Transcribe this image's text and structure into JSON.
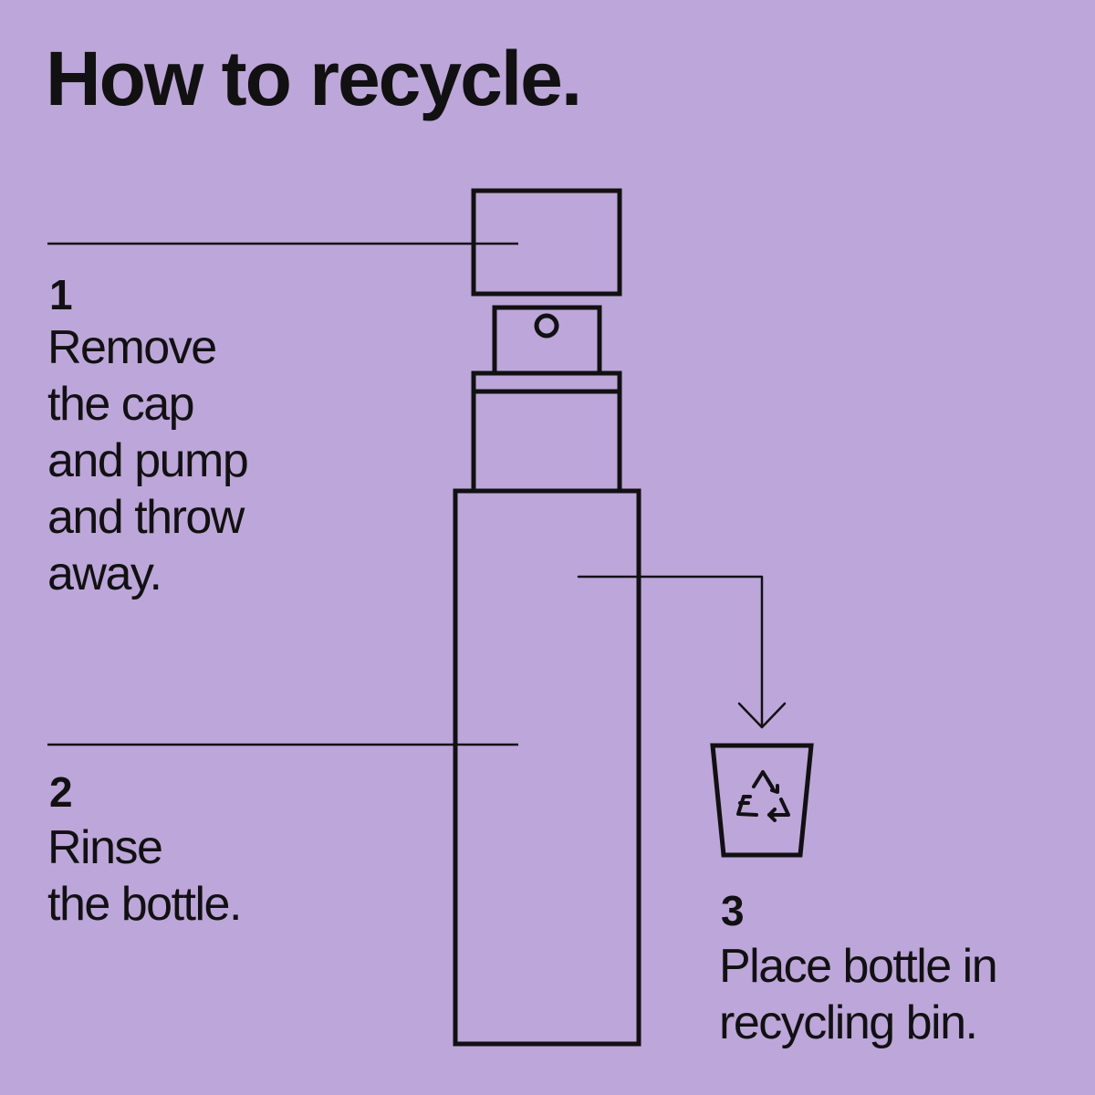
{
  "colors": {
    "background": "#bda6d9",
    "ink": "#111111"
  },
  "title": "How to recycle.",
  "steps": [
    {
      "number": "1",
      "lines": [
        "Remove",
        "the cap",
        "and pump",
        "and throw",
        "away."
      ]
    },
    {
      "number": "2",
      "lines": [
        "Rinse",
        "the bottle."
      ]
    },
    {
      "number": "3",
      "lines": [
        "Place bottle in",
        "recycling bin."
      ]
    }
  ],
  "icons": {
    "bottle": "spray-bottle-icon",
    "bin": "recycling-bin-icon",
    "recycle": "recycle-arrows-icon",
    "arrow": "arrow-down-icon"
  }
}
